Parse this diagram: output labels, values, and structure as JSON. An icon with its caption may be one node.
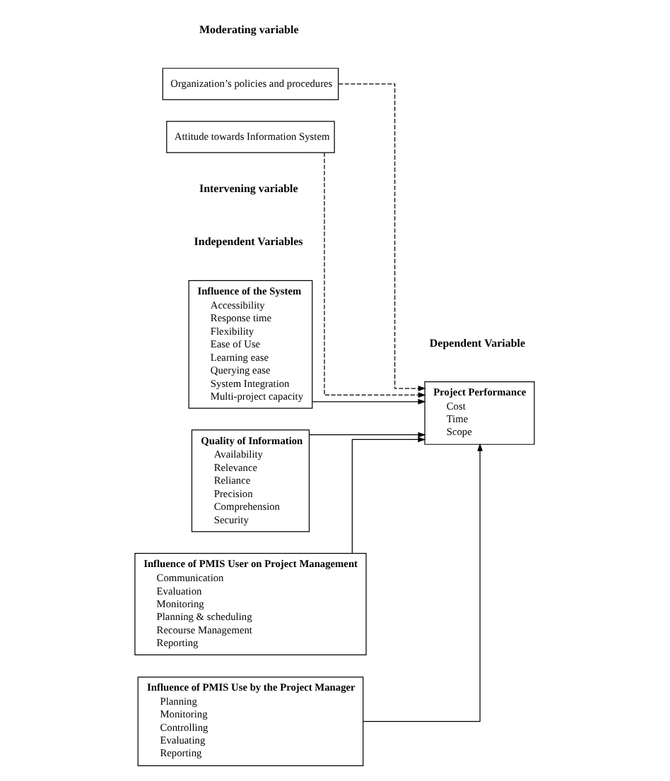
{
  "diagram": {
    "nodes": [
      {
        "text": [
          "Influence of the System",
          "Accessibility",
          "Response time",
          "Flexibility",
          "Ease of Use",
          "Learning ease",
          "Querying ease",
          "System Integration",
          "Multi-project capacity"
        ]
      },
      {
        "text": [
          "Quality of Information",
          "Availability",
          "Relevance",
          "Reliance",
          "Precision",
          "Comprehension",
          "Security"
        ]
      },
      {
        "text": [
          "Organization’s policies and procedures"
        ]
      },
      {
        "text": [
          "Project Performance",
          "Cost",
          "Time",
          "Scope"
        ]
      },
      {
        "text": [
          "Influence of PMIS User on Project Management",
          "Communication",
          "Evaluation",
          "Monitoring",
          "Planning & scheduling",
          "Recourse Management",
          "Reporting"
        ]
      },
      {
        "text": [
          "Attitude towards Information System"
        ]
      },
      {
        "text": [
          "Influence of PMIS Use by the Project Manager",
          "Planning",
          "Monitoring",
          "Controlling",
          "Evaluating",
          "Reporting"
        ]
      }
    ],
    "edges": [
      {
        "from": 0,
        "to": 3,
        "arrow": "to"
      },
      {
        "from": 1,
        "to": 3,
        "arrow": "to"
      },
      {
        "from": 4,
        "to": 3,
        "arrow": "to"
      },
      {
        "from": 6,
        "to": 3,
        "arrow": "to"
      },
      {
        "from": 2,
        "to": 3,
        "arrow": "to",
        "style": "dashed"
      },
      {
        "from": 5,
        "to": 3,
        "arrow": "to",
        "style": "dashed"
      }
    ],
    "labels": [
      "Independent Variables",
      "Moderating variable",
      "Dependent Variable",
      "Intervening variable"
    ]
  }
}
